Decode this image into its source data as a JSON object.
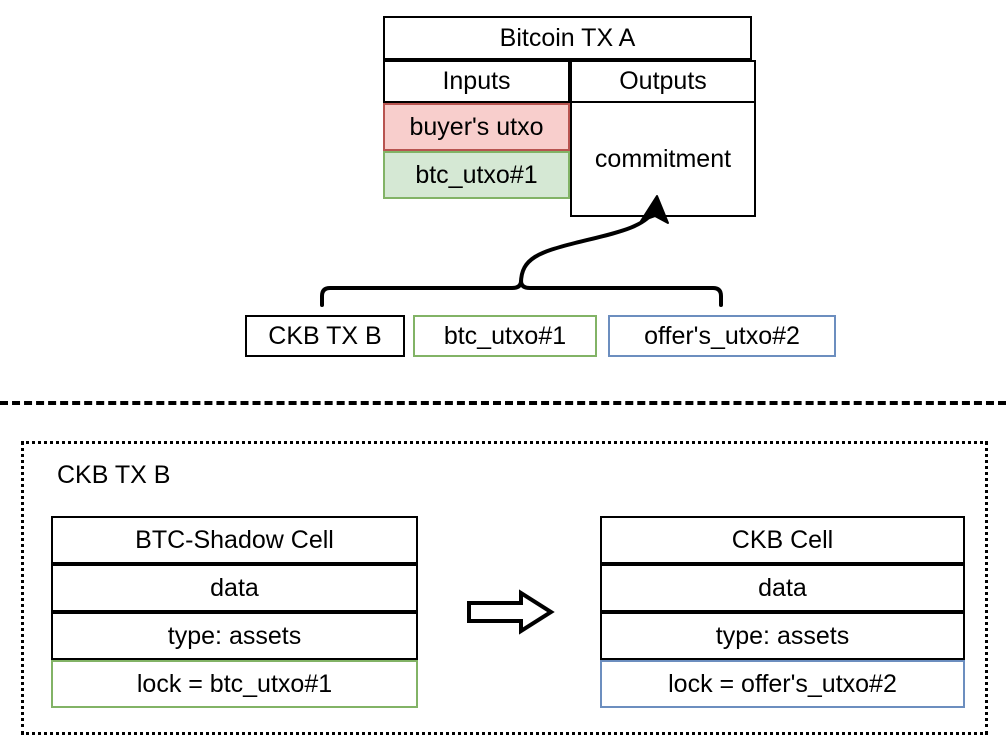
{
  "diagram": {
    "title_bitcoin_tx": "Bitcoin TX A",
    "bitcoin_tx": {
      "header": "Bitcoin TX A",
      "columns": {
        "inputs_label": "Inputs",
        "outputs_label": "Outputs"
      },
      "inputs": [
        {
          "label": "buyer's utxo",
          "color": "#f8cecc",
          "border": "#b85450"
        },
        {
          "label": "btc_utxo#1",
          "color": "#d5e8d4",
          "border": "#82b366"
        }
      ],
      "outputs": [
        {
          "label": "commitment",
          "color": "#ffffff",
          "border": "#000000"
        }
      ]
    },
    "ckb_tx_row": {
      "tx_label": "CKB TX B",
      "items": [
        {
          "label": "btc_utxo#1",
          "color": "#d5e8d4",
          "border": "#82b366"
        },
        {
          "label": "offer's_utxo#2",
          "color": "#dae8fc",
          "border": "#6c8ebf"
        }
      ]
    },
    "ckb_detail": {
      "container_label": "CKB TX B",
      "transition_icon": "right-arrow-icon",
      "source_cell": {
        "header": "BTC-Shadow Cell",
        "rows": [
          {
            "label": "data"
          },
          {
            "label": "type: assets"
          },
          {
            "label": "lock = btc_utxo#1",
            "color": "#d5e8d4",
            "border": "#82b366"
          }
        ]
      },
      "target_cell": {
        "header": "CKB Cell",
        "rows": [
          {
            "label": "data"
          },
          {
            "label": "type: assets"
          },
          {
            "label": "lock = offer's_utxo#2",
            "color": "#dae8fc",
            "border": "#6c8ebf"
          }
        ]
      }
    },
    "colors": {
      "green_fill": "#d5e8d4",
      "green_stroke": "#82b366",
      "red_fill": "#f8cecc",
      "red_stroke": "#b85450",
      "blue_fill": "#dae8fc",
      "blue_stroke": "#6c8ebf",
      "line": "#000000",
      "background": "#ffffff"
    }
  }
}
